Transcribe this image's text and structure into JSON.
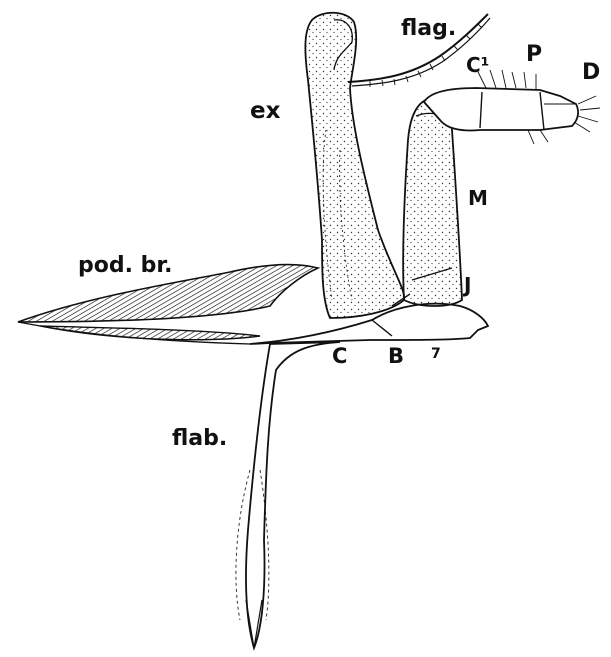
{
  "labels": {
    "flag": "flag.",
    "ex": "ex",
    "c1": "C¹",
    "p": "P",
    "d": "D",
    "m": "M",
    "j": "J",
    "pod_br": "pod. br.",
    "c": "C",
    "b": "B",
    "seven": "7",
    "flab": "flab."
  },
  "colors": {
    "ink": "#111111",
    "paper": "#ffffff"
  }
}
